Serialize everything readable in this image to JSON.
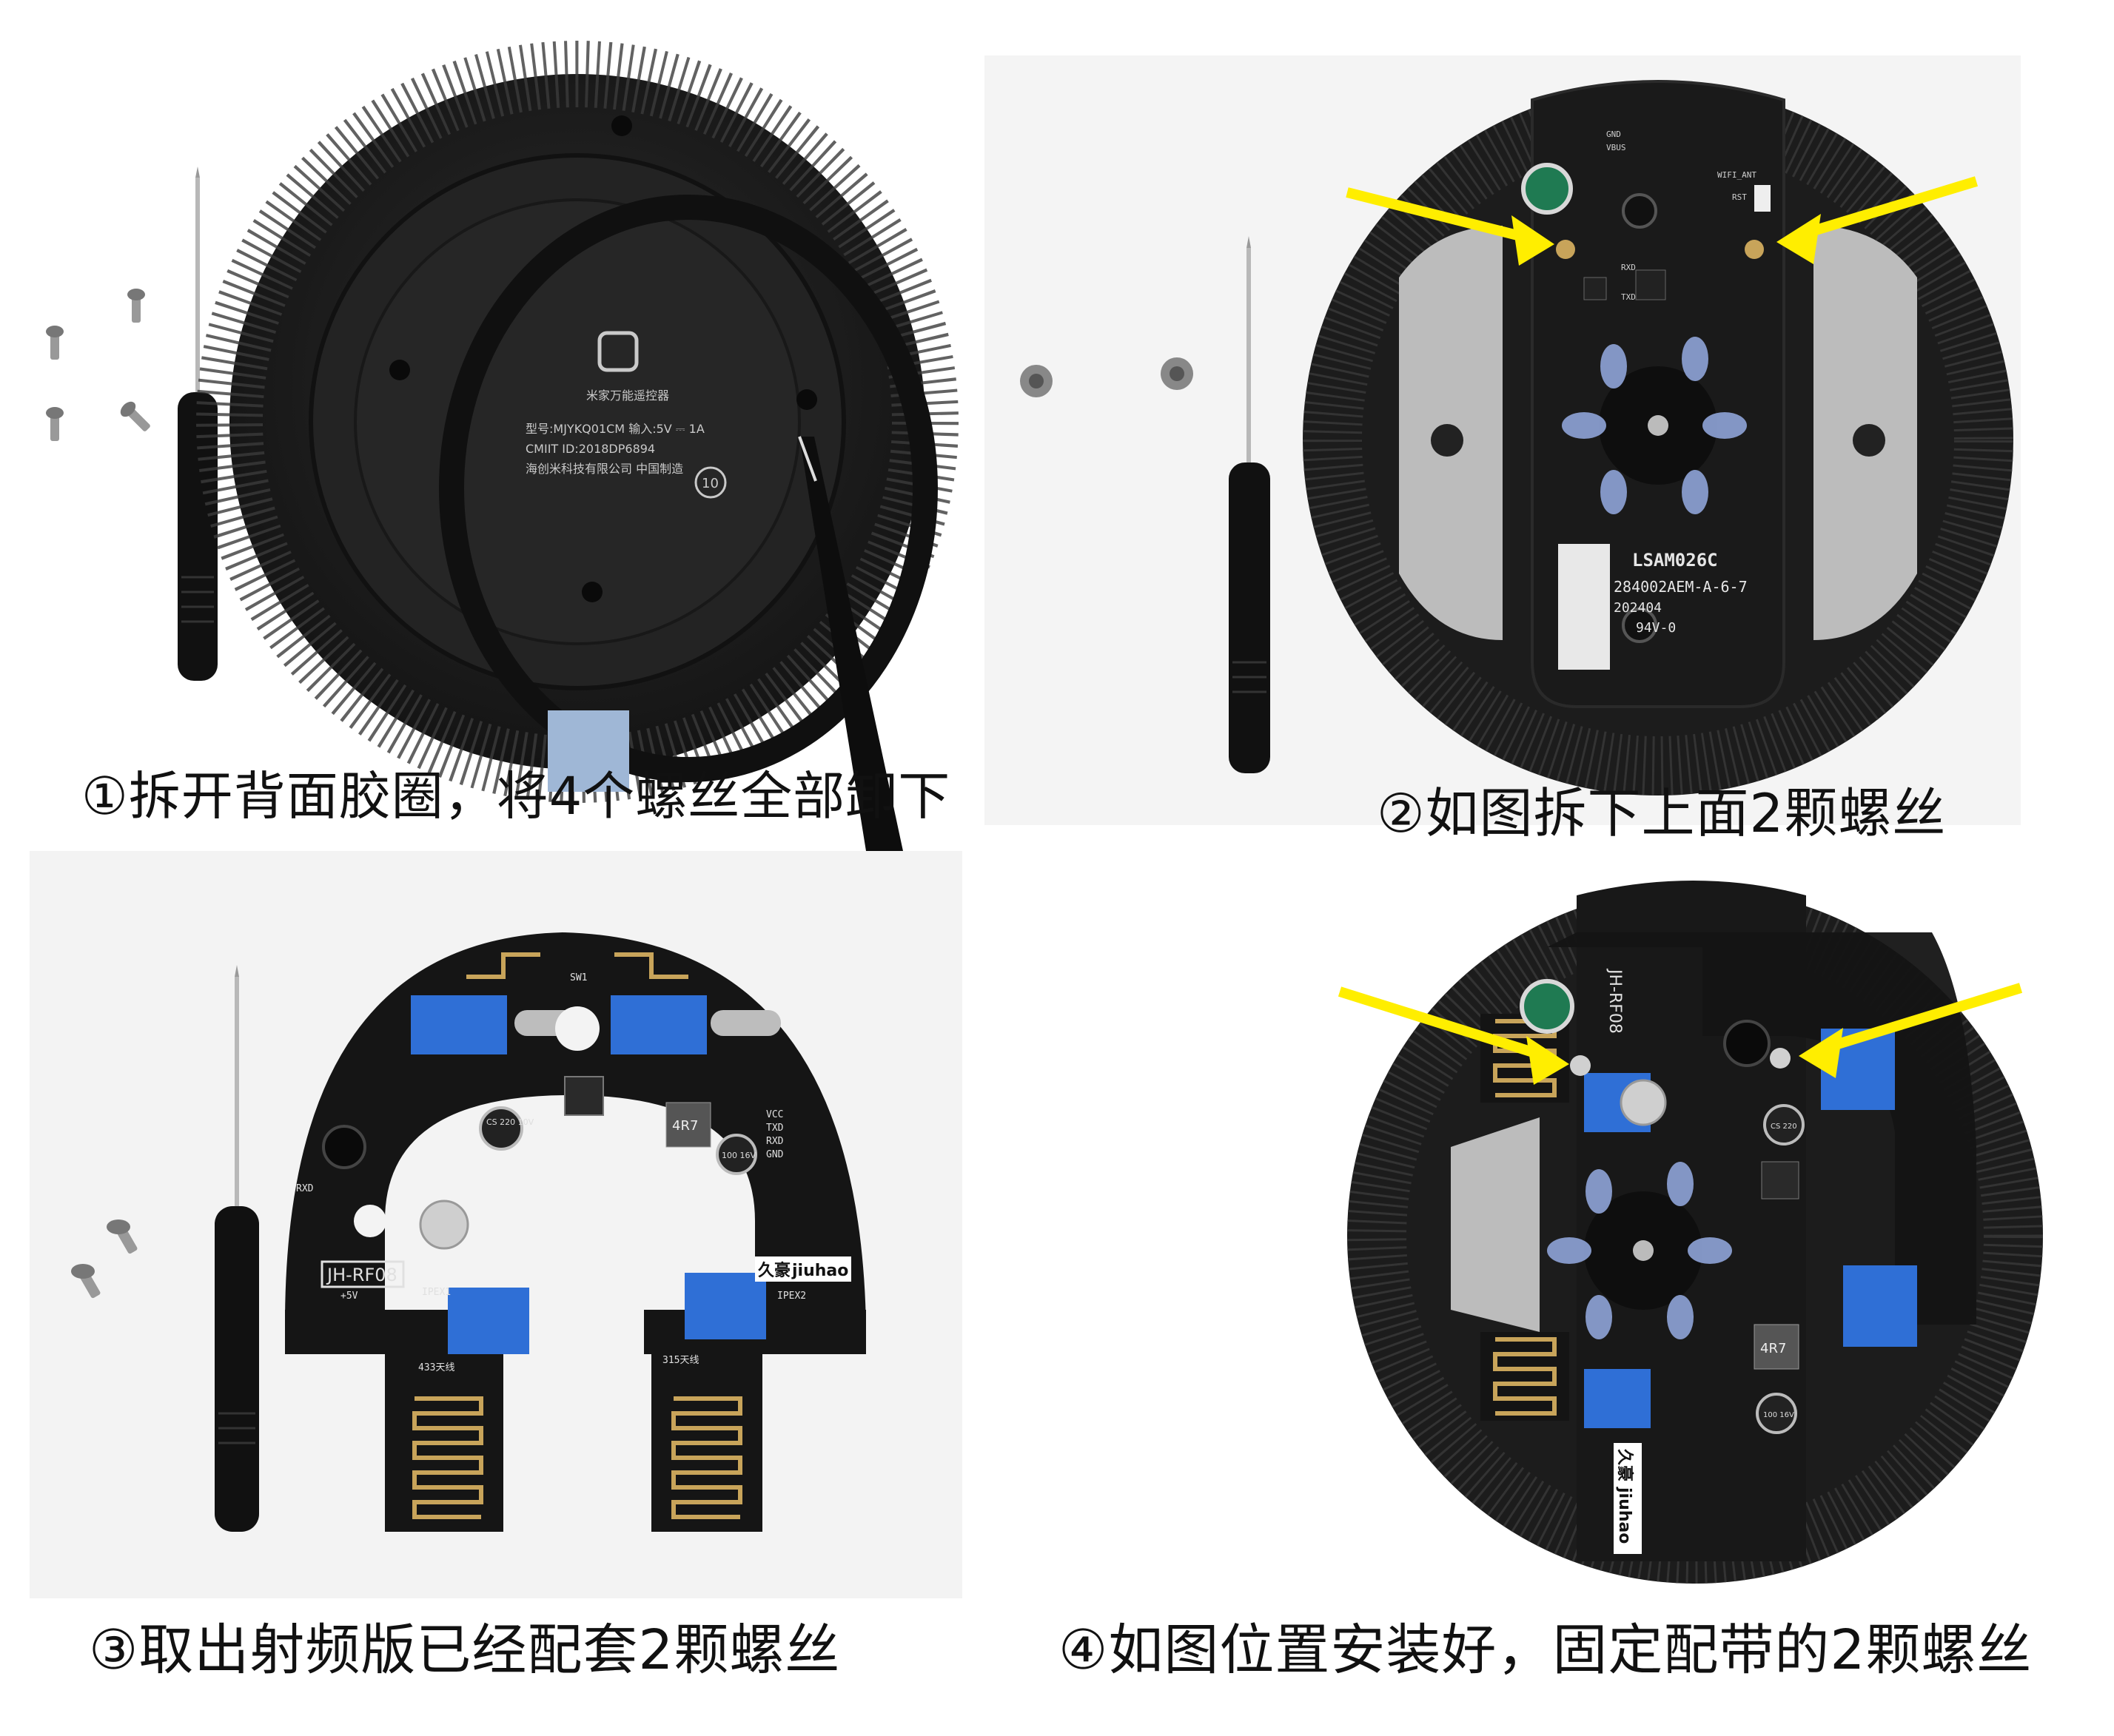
{
  "steps": [
    {
      "caption": "①拆开背面胶圈，将4个螺丝全部卸下"
    },
    {
      "caption": "②如图拆下上面2颗螺丝"
    },
    {
      "caption": "③取出射频版已经配套2颗螺丝"
    },
    {
      "caption": "④如图位置安装好，固定配带的2颗螺丝"
    }
  ],
  "photo1": {
    "logo_text": "米家万能遥控器",
    "model_line": "型号:MJYKQ01CM   输入:5V ⎓ 1A",
    "cmiit_line": "CMIIT ID:2018DP6894",
    "maker_line": "海创米科技有限公司   中国制造",
    "badge": "10"
  },
  "photo2": {
    "board_name": "LSAM026C",
    "board_code": "284002AEM-A-6-7",
    "board_date": "202404",
    "board_mark": "94V-0",
    "pad_labels": [
      "GND",
      "VBUS",
      "RXD",
      "TXD",
      "WIFI_ANT",
      "RST"
    ]
  },
  "photo3": {
    "board_label": "JH-RF08",
    "brand_cn": "久豪",
    "brand_en": "jiuhao",
    "inductor": "4R7",
    "cap_a": "CS 220 10V",
    "cap_b": "100 16V",
    "antenna_433": "433天线",
    "antenna_315": "315天线",
    "pin_labels": [
      "VCC",
      "TXD",
      "RXD",
      "GND"
    ],
    "ipex1": "IPEX1",
    "ipex2": "IPEX2",
    "v5": "+5V",
    "rxd_label": "RXD",
    "sw_label": "SW1"
  },
  "photo4": {
    "board_label": "JH-RF08",
    "brand_cn": "久豪",
    "brand_en": "jiuhao",
    "inductor": "4R7",
    "cap_a": "CS 220",
    "cap_b": "100 16V"
  },
  "colors": {
    "arrow": "#ffee00",
    "pcb": "#1a1a1a",
    "rf_module": "#2f6fd6",
    "gold": "#c8a45a",
    "device_body": "#222222"
  }
}
